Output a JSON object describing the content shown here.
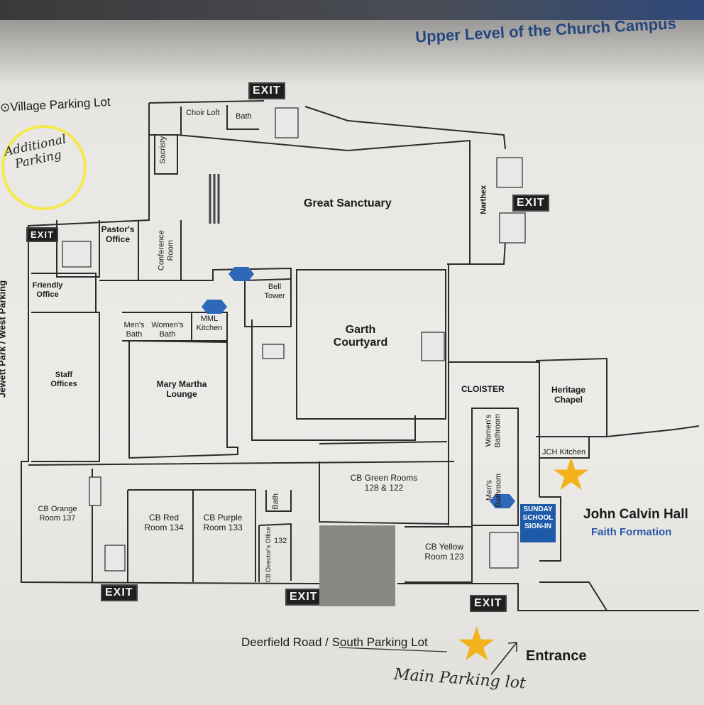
{
  "title": "Upper Level of the Church Campus",
  "parking_top": "Village Parking Lot",
  "additional_parking": "Additional Parking",
  "west_parking": "Jewett Park / West Parking",
  "exit_label": "EXIT",
  "rooms": {
    "choir_loft": "Choir Loft",
    "bath_top": "Bath",
    "sacristy": "Sacristy",
    "great_sanctuary": "Great Sanctuary",
    "narthex": "Narthex",
    "pastors_office": "Pastor's Office",
    "conference_room": "Conference Room",
    "friendly_office": "Friendly Office",
    "bell_tower": "Bell Tower",
    "mml_kitchen": "MML Kitchen",
    "mens_bath": "Men's Bath",
    "womens_bath": "Women's Bath",
    "garth_courtyard": "Garth Courtyard",
    "staff_offices": "Staff Offices",
    "mary_martha_lounge": "Mary Martha Lounge",
    "cloister": "CLOISTER",
    "heritage_chapel": "Heritage Chapel",
    "womens_bathroom": "Women's Bathroom",
    "mens_bathroom": "Men's Bathroom",
    "jch_kitchen": "JCH Kitchen",
    "cb_green": "CB Green Rooms 128 & 122",
    "cb_orange": "CB Orange Room 137",
    "cb_red": "CB Red Room 134",
    "cb_purple": "CB Purple Room 133",
    "bath_lower": "Bath",
    "cb_directors_office": "CB Director's Office",
    "room_132": "132",
    "cb_yellow": "CB Yellow Room 123",
    "sunday_school": "SUNDAY SCHOOL SIGN-IN",
    "john_calvin_hall": "John Calvin Hall",
    "faith_formation": "Faith Formation"
  },
  "bottom_road": "Deerfield Road / South Parking Lot",
  "entrance": "Entrance",
  "main_parking": "Main Parking lot",
  "colors": {
    "title_blue": "#24467e",
    "star_yellow": "#f2b21b",
    "circle_yellow": "#f4e84a",
    "signin_blue": "#1e5aa8",
    "arrow_blue": "#2f68b8"
  }
}
